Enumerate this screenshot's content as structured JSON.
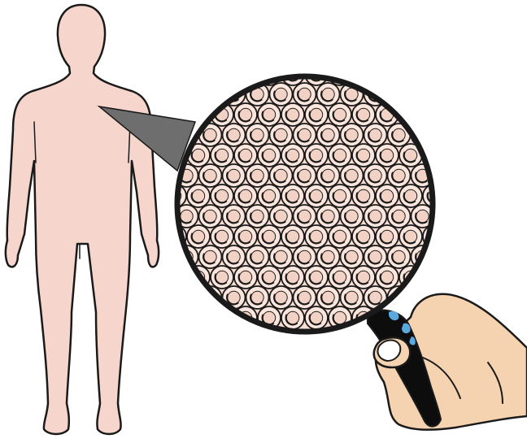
{
  "illustration": {
    "subject": "human-body",
    "tool": "magnifying-glass",
    "magnified_content": "cells",
    "colors": {
      "background": "#ffffff",
      "skin": "#f6d6cc",
      "outline": "#1a1a1a",
      "pointer": "#6e6e6e",
      "lens_interior": "#f7ddd3",
      "cell_membrane": "#fbe6de",
      "cell_nucleus": "#f3d2c6",
      "hand": "#f6d3b0",
      "handle": "#0d0d0d",
      "handle_highlight": "#5aa8e0",
      "thumbnail": "#ffffff"
    }
  }
}
